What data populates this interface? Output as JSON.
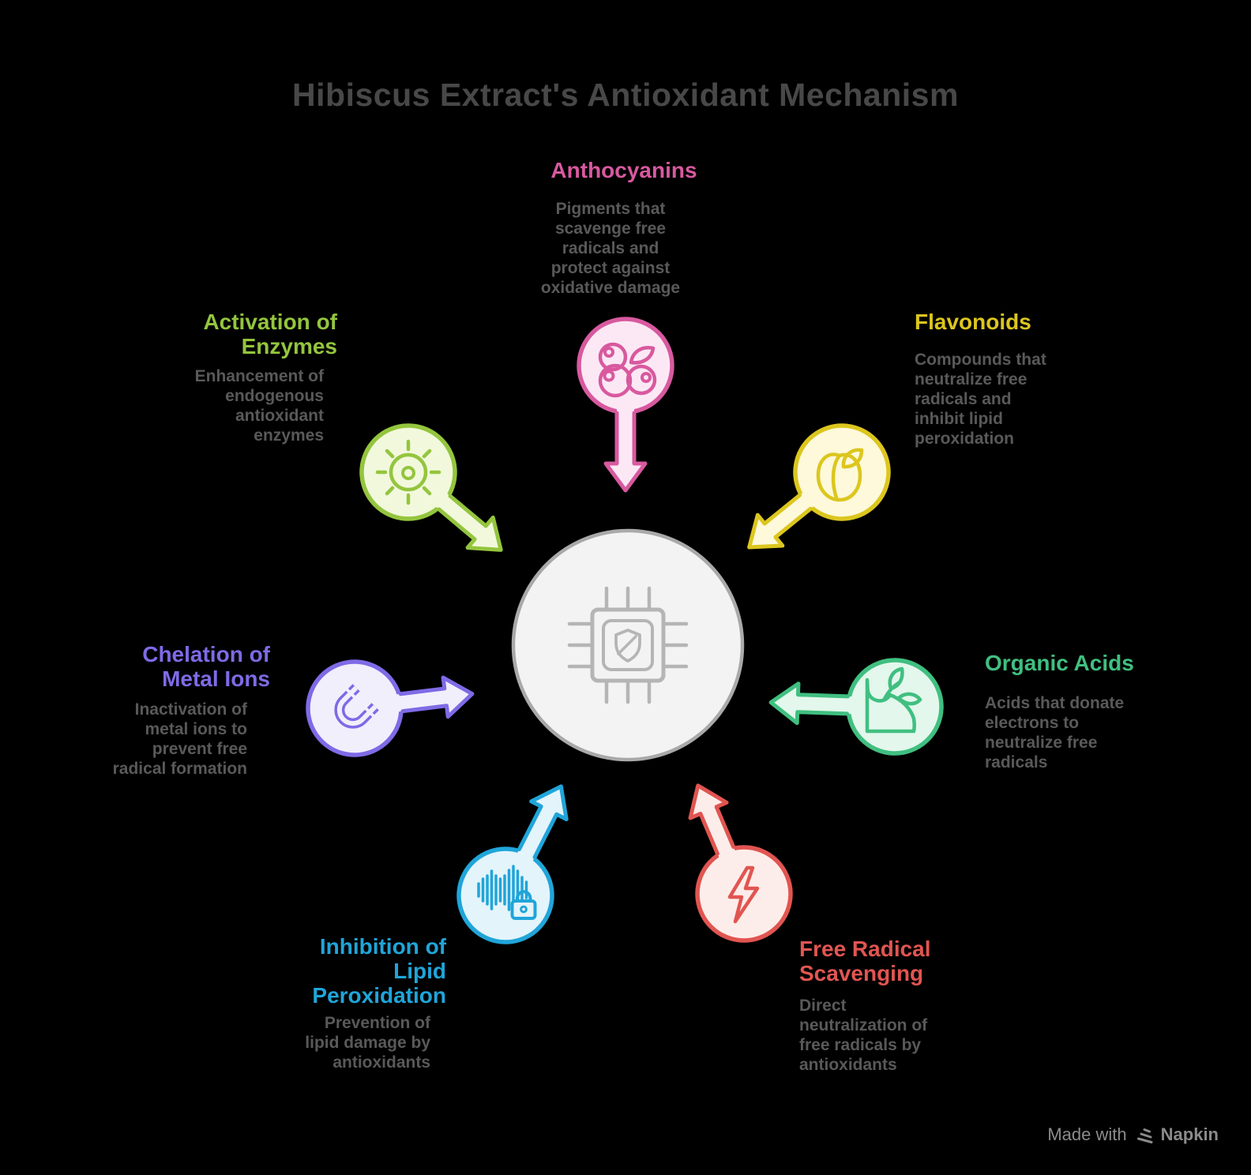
{
  "title": "Hibiscus Extract's Antioxidant Mechanism",
  "colors": {
    "background": "#000000",
    "title": "#484848",
    "description": "#595959",
    "watermark": "#8b8b8b",
    "center_border": "#a9a9a9",
    "center_fill": "#f3f3f3",
    "center_icon": "#b5b5b5"
  },
  "center": {
    "icon": "chip-shield-icon"
  },
  "nodes": [
    {
      "id": "anthocyanins",
      "label": "Anthocyanins",
      "description": "Pigments that\nscavenge free\nradicals and\nprotect against\noxidative damage",
      "icon": "berries-icon",
      "color": "#d8599f",
      "fill": "#fce8f4"
    },
    {
      "id": "flavonoids",
      "label": "Flavonoids",
      "description": "Compounds that\nneutralize free\nradicals and\ninhibit lipid\nperoxidation",
      "icon": "peach-icon",
      "color": "#dcc61e",
      "fill": "#fdf9da"
    },
    {
      "id": "organic-acids",
      "label": "Organic Acids",
      "description": "Acids that donate\nelectrons to\nneutralize free\nradicals",
      "icon": "plant-icon",
      "color": "#40bf80",
      "fill": "#e3f7ec"
    },
    {
      "id": "free-radical-scavenging",
      "label": "Free Radical\nScavenging",
      "description": "Direct\nneutralization of\nfree radicals by\nantioxidants",
      "icon": "lightning-icon",
      "color": "#e15551",
      "fill": "#fdedea"
    },
    {
      "id": "inhibition-of-lipid-peroxidation",
      "label": "Inhibition of\nLipid\nPeroxidation",
      "description": "Prevention of\nlipid damage by\nantioxidants",
      "icon": "waveform-lock-icon",
      "color": "#20a5d9",
      "fill": "#e3f4fb"
    },
    {
      "id": "chelation-of-metal-ions",
      "label": "Chelation of\nMetal Ions",
      "description": "Inactivation of\nmetal ions to\nprevent free\nradical formation",
      "icon": "magnet-icon",
      "color": "#7e6be6",
      "fill": "#f1effc"
    },
    {
      "id": "activation-of-enzymes",
      "label": "Activation of\nEnzymes",
      "description": "Enhancement of\nendogenous\nantioxidant\nenzymes",
      "icon": "enzyme-icon",
      "color": "#94c53e",
      "fill": "#f2f8dc"
    }
  ],
  "watermark": {
    "made_with": "Made with",
    "brand": "Napkin"
  }
}
